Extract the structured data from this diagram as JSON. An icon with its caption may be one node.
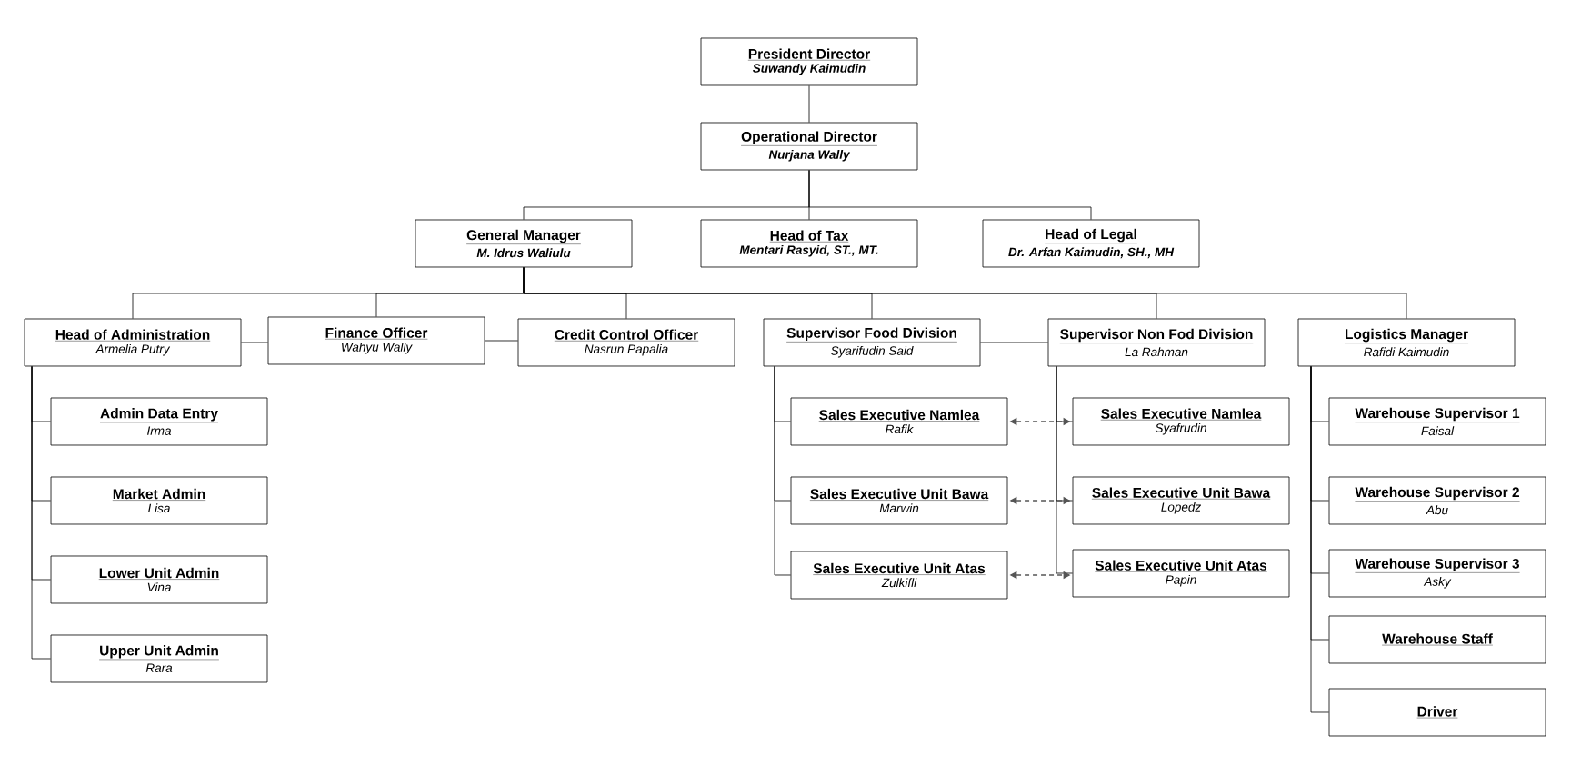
{
  "diagram": {
    "nodes": [
      {
        "text": [
          "President Director",
          "Suwandy Kaimudin"
        ]
      },
      {
        "text": [
          "Operational Director",
          "Nurjana Wally"
        ]
      },
      {
        "text": [
          "General Manager",
          "M. Idrus Waliulu"
        ]
      },
      {
        "text": [
          "Head of Tax",
          "Mentari Rasyid, ST., MT."
        ]
      },
      {
        "text": [
          "Head of Legal",
          "Dr. Arfan Kaimudin, SH., MH"
        ]
      },
      {
        "text": [
          "Head of Administration",
          "Armelia Putry"
        ]
      },
      {
        "text": [
          "Finance Officer",
          "Wahyu Wally"
        ]
      },
      {
        "text": [
          "Credit Control Officer",
          "Nasrun Papalia"
        ]
      },
      {
        "text": [
          "Supervisor Food Division",
          "Syarifudin Said"
        ]
      },
      {
        "text": [
          "Supervisor Non Fod Division",
          "La Rahman"
        ]
      },
      {
        "text": [
          "Logistics Manager",
          "Rafidi Kaimudin"
        ]
      },
      {
        "text": [
          "Admin Data Entry",
          "Irma"
        ]
      },
      {
        "text": [
          "Market Admin",
          "Lisa"
        ]
      },
      {
        "text": [
          "Lower Unit Admin",
          "Vina"
        ]
      },
      {
        "text": [
          "Upper Unit Admin",
          "Rara"
        ]
      },
      {
        "text": [
          "Sales Executive Namlea",
          "Rafik"
        ]
      },
      {
        "text": [
          "Sales Executive Unit Bawa",
          "Marwin"
        ]
      },
      {
        "text": [
          "Sales Executive Unit Atas",
          "Zulkifli"
        ]
      },
      {
        "text": [
          "Sales Executive Namlea",
          "Syafrudin"
        ]
      },
      {
        "text": [
          "Sales Executive Unit Bawa",
          "Lopedz"
        ]
      },
      {
        "text": [
          "Sales Executive Unit Atas",
          "Papin"
        ]
      },
      {
        "text": [
          "Warehouse Supervisor 1",
          "Faisal"
        ]
      },
      {
        "text": [
          "Warehouse Supervisor 2",
          "Abu"
        ]
      },
      {
        "text": [
          "Warehouse Supervisor 3",
          "Asky"
        ]
      },
      {
        "text": [
          "Warehouse Staff"
        ]
      },
      {
        "text": [
          "Driver"
        ]
      }
    ],
    "edges": [
      {
        "from": 0,
        "to": 1,
        "arrow": "none"
      },
      {
        "from": 1,
        "to": 2,
        "arrow": "none"
      },
      {
        "from": 1,
        "to": 3,
        "arrow": "none"
      },
      {
        "from": 1,
        "to": 4,
        "arrow": "none"
      },
      {
        "from": 2,
        "to": 5,
        "arrow": "none"
      },
      {
        "from": 2,
        "to": 6,
        "arrow": "none"
      },
      {
        "from": 2,
        "to": 7,
        "arrow": "none"
      },
      {
        "from": 2,
        "to": 8,
        "arrow": "none"
      },
      {
        "from": 2,
        "to": 9,
        "arrow": "none"
      },
      {
        "from": 2,
        "to": 10,
        "arrow": "none"
      },
      {
        "from": 5,
        "to": 6,
        "arrow": "none"
      },
      {
        "from": 6,
        "to": 7,
        "arrow": "none"
      },
      {
        "from": 8,
        "to": 9,
        "arrow": "none"
      },
      {
        "from": 5,
        "to": 11,
        "arrow": "none"
      },
      {
        "from": 5,
        "to": 12,
        "arrow": "none"
      },
      {
        "from": 5,
        "to": 13,
        "arrow": "none"
      },
      {
        "from": 5,
        "to": 14,
        "arrow": "none"
      },
      {
        "from": 8,
        "to": 15,
        "arrow": "none"
      },
      {
        "from": 8,
        "to": 16,
        "arrow": "none"
      },
      {
        "from": 8,
        "to": 17,
        "arrow": "none"
      },
      {
        "from": 9,
        "to": 18,
        "arrow": "none"
      },
      {
        "from": 9,
        "to": 19,
        "arrow": "none"
      },
      {
        "from": 9,
        "to": 20,
        "arrow": "none"
      },
      {
        "from": 15,
        "to": 18,
        "arrow": "both",
        "style": "dashed",
        "color": "#555555"
      },
      {
        "from": 16,
        "to": 19,
        "arrow": "both",
        "style": "dashed",
        "color": "#555555"
      },
      {
        "from": 17,
        "to": 20,
        "arrow": "both",
        "style": "dashed",
        "color": "#555555"
      },
      {
        "from": 10,
        "to": 21,
        "arrow": "none"
      },
      {
        "from": 10,
        "to": 22,
        "arrow": "none"
      },
      {
        "from": 10,
        "to": 23,
        "arrow": "none"
      },
      {
        "from": 10,
        "to": 24,
        "arrow": "none"
      },
      {
        "from": 10,
        "to": 25,
        "arrow": "none"
      }
    ]
  }
}
